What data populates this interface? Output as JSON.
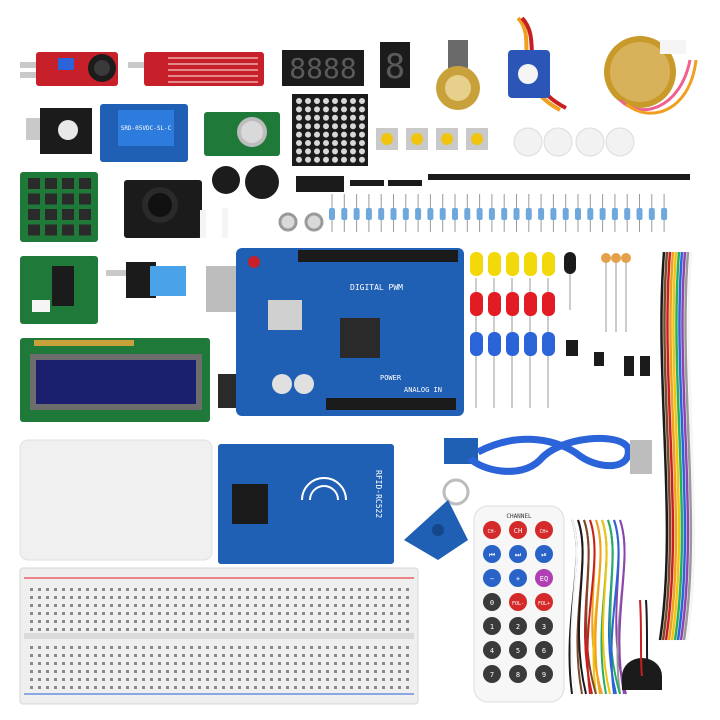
{
  "product": {
    "board_text": "DIGITAL PWM",
    "power_text": "POWER",
    "analog_text": "ANALOG IN",
    "rfid_text": "RFID-RC522",
    "remote_channel_text": "CHANNEL",
    "relay_text": "SRD-05VDC-SL-C",
    "seven_segment_digit": "8",
    "four_digit_display": "8888"
  },
  "remote": {
    "rows": [
      [
        "CH-",
        "CH",
        "CH+"
      ],
      [
        "⏮",
        "⏭",
        "⏯"
      ],
      [
        "−",
        "+",
        "EQ"
      ],
      [
        "0",
        "FOL-",
        "FOL+"
      ],
      [
        "1",
        "2",
        "3"
      ],
      [
        "4",
        "5",
        "6"
      ],
      [
        "7",
        "8",
        "9"
      ]
    ]
  },
  "colors": {
    "board_blue": "#1f5fb4",
    "module_red": "#c8202a",
    "pcb_green": "#1f7a3a",
    "breadboard": "#efefef",
    "lcd_screen": "#1a1f6e",
    "led_yellow": "#f3d90a",
    "led_red": "#e31b23",
    "led_blue": "#2b63d9",
    "remote_red": "#d42a2a",
    "remote_blue": "#2a63c8",
    "remote_dark": "#3a3a3a"
  },
  "icons": [
    "board-icon",
    "led-icon",
    "resistor-icon",
    "cable-icon",
    "keyfob-icon"
  ]
}
